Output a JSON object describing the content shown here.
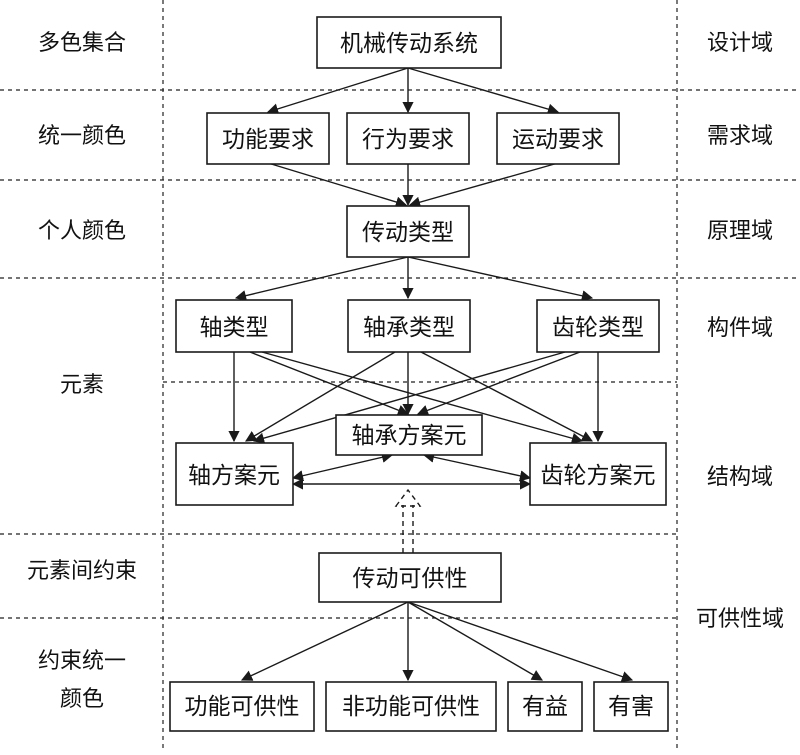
{
  "left_labels": {
    "l0": "多色集合",
    "l1": "统一颜色",
    "l2": "个人颜色",
    "l3": "元素",
    "l4": "元素间约束",
    "l5a": "约束统一",
    "l5b": "颜色"
  },
  "right_labels": {
    "r0": "设计域",
    "r1": "需求域",
    "r2": "原理域",
    "r3": "构件域",
    "r4": "结构域",
    "r5": "可供性域"
  },
  "nodes": {
    "system": "机械传动系统",
    "func_req": "功能要求",
    "behav_req": "行为要求",
    "motion_req": "运动要求",
    "trans_type": "传动类型",
    "shaft_type": "轴类型",
    "bearing_type": "轴承类型",
    "gear_type": "齿轮类型",
    "bearing_scheme": "轴承方案元",
    "shaft_scheme": "轴方案元",
    "gear_scheme": "齿轮方案元",
    "trans_afford": "传动可供性",
    "func_afford": "功能可供性",
    "nonfunc_afford": "非功能可供性",
    "beneficial": "有益",
    "harmful": "有害"
  }
}
